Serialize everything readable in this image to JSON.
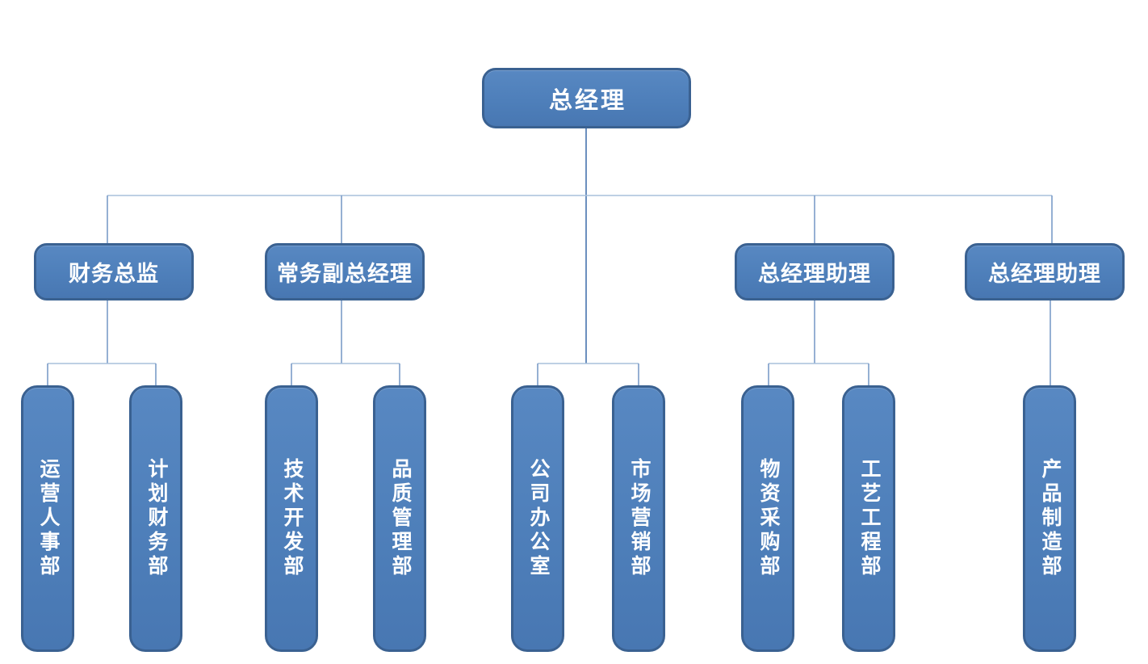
{
  "org_chart": {
    "root": {
      "label": "总经理"
    },
    "managers": [
      {
        "label": "财务总监",
        "reports_to": "总经理"
      },
      {
        "label": "常务副总经理",
        "reports_to": "总经理"
      },
      {
        "label": "总经理助理",
        "reports_to": "总经理"
      },
      {
        "label": "总经理助理",
        "reports_to": "总经理"
      }
    ],
    "departments": [
      {
        "label": "运营人事部",
        "reports_to": "财务总监"
      },
      {
        "label": "计划财务部",
        "reports_to": "财务总监"
      },
      {
        "label": "技术开发部",
        "reports_to": "常务副总经理"
      },
      {
        "label": "品质管理部",
        "reports_to": "常务副总经理"
      },
      {
        "label": "公司办公室",
        "reports_to": "总经理"
      },
      {
        "label": "市场营销部",
        "reports_to": "总经理"
      },
      {
        "label": "物资采购部",
        "reports_to": "总经理助理"
      },
      {
        "label": "工艺工程部",
        "reports_to": "总经理助理"
      },
      {
        "label": "产品制造部",
        "reports_to": "总经理助理"
      }
    ],
    "colors": {
      "box_fill": "#4e7fba",
      "box_border": "#3a6191",
      "connector_vertical": "#7b9cc8",
      "connector_horizontal": "#a9c0dc",
      "text": "#ffffff",
      "background": "#ffffff"
    }
  }
}
